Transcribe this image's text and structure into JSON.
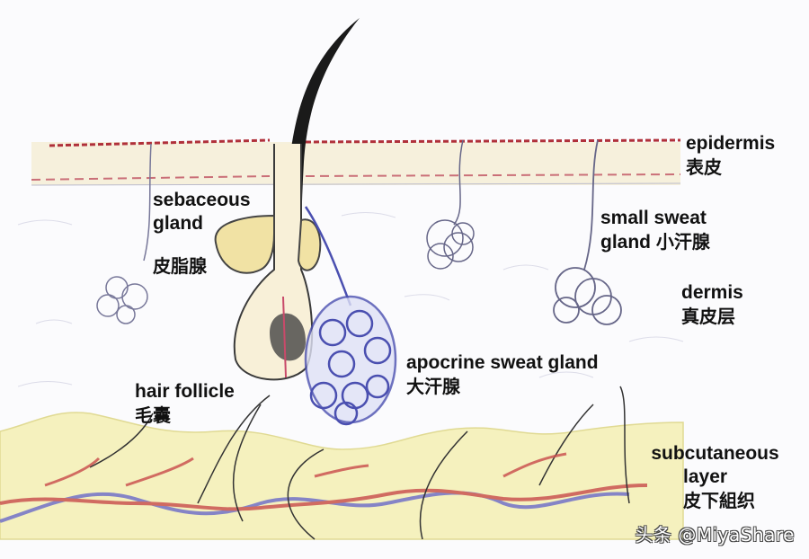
{
  "diagram": {
    "subject": "Skin cross-section anatomy",
    "colors": {
      "background": "#fbfbfd",
      "epidermis_fill": "#f6f0dc",
      "epidermis_edge": "#b0303a",
      "hair": "#1a1a1a",
      "sebaceous_fill": "#f1e2a4",
      "apocrine": "#4a4fb0",
      "small_gland": "#6a6a8a",
      "subcutaneous_fill": "#f4eeaa",
      "artery": "#c84a4a",
      "vein": "#6a6ac8",
      "nerve": "#333333"
    }
  },
  "labels": {
    "epidermis": {
      "en": "epidermis",
      "cn": "表皮"
    },
    "sebaceous": {
      "en1": "sebaceous",
      "en2": "gland",
      "cn": "皮脂腺"
    },
    "small_sweat": {
      "en1": "small sweat",
      "en2": "gland",
      "cn": "小汗腺"
    },
    "dermis": {
      "en": "dermis",
      "cn": "真皮层"
    },
    "apocrine": {
      "en": "apocrine sweat gland",
      "cn": "大汗腺"
    },
    "hair_follicle": {
      "en": "hair follicle",
      "cn": "毛囊"
    },
    "subcutaneous": {
      "en1": "subcutaneous",
      "en2": "layer",
      "cn": "皮下組织"
    }
  },
  "watermark": "头条 @MiyaShare"
}
